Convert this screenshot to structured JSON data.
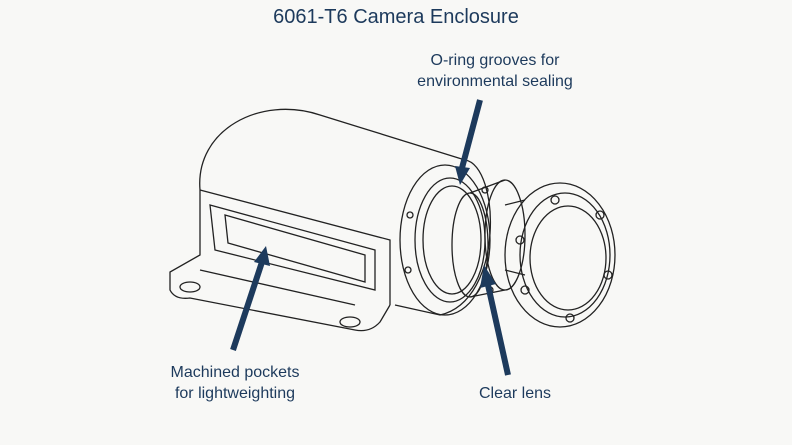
{
  "title": "6061-T6 Camera Enclosure",
  "callouts": {
    "oring": [
      "O-ring grooves for",
      "environmental sealing"
    ],
    "pockets": [
      "Machined pockets",
      "for lightweighting"
    ],
    "lens": "Clear lens"
  },
  "colors": {
    "text": "#1d3a5c",
    "line": "#222222",
    "background": "#f8f8f6"
  }
}
